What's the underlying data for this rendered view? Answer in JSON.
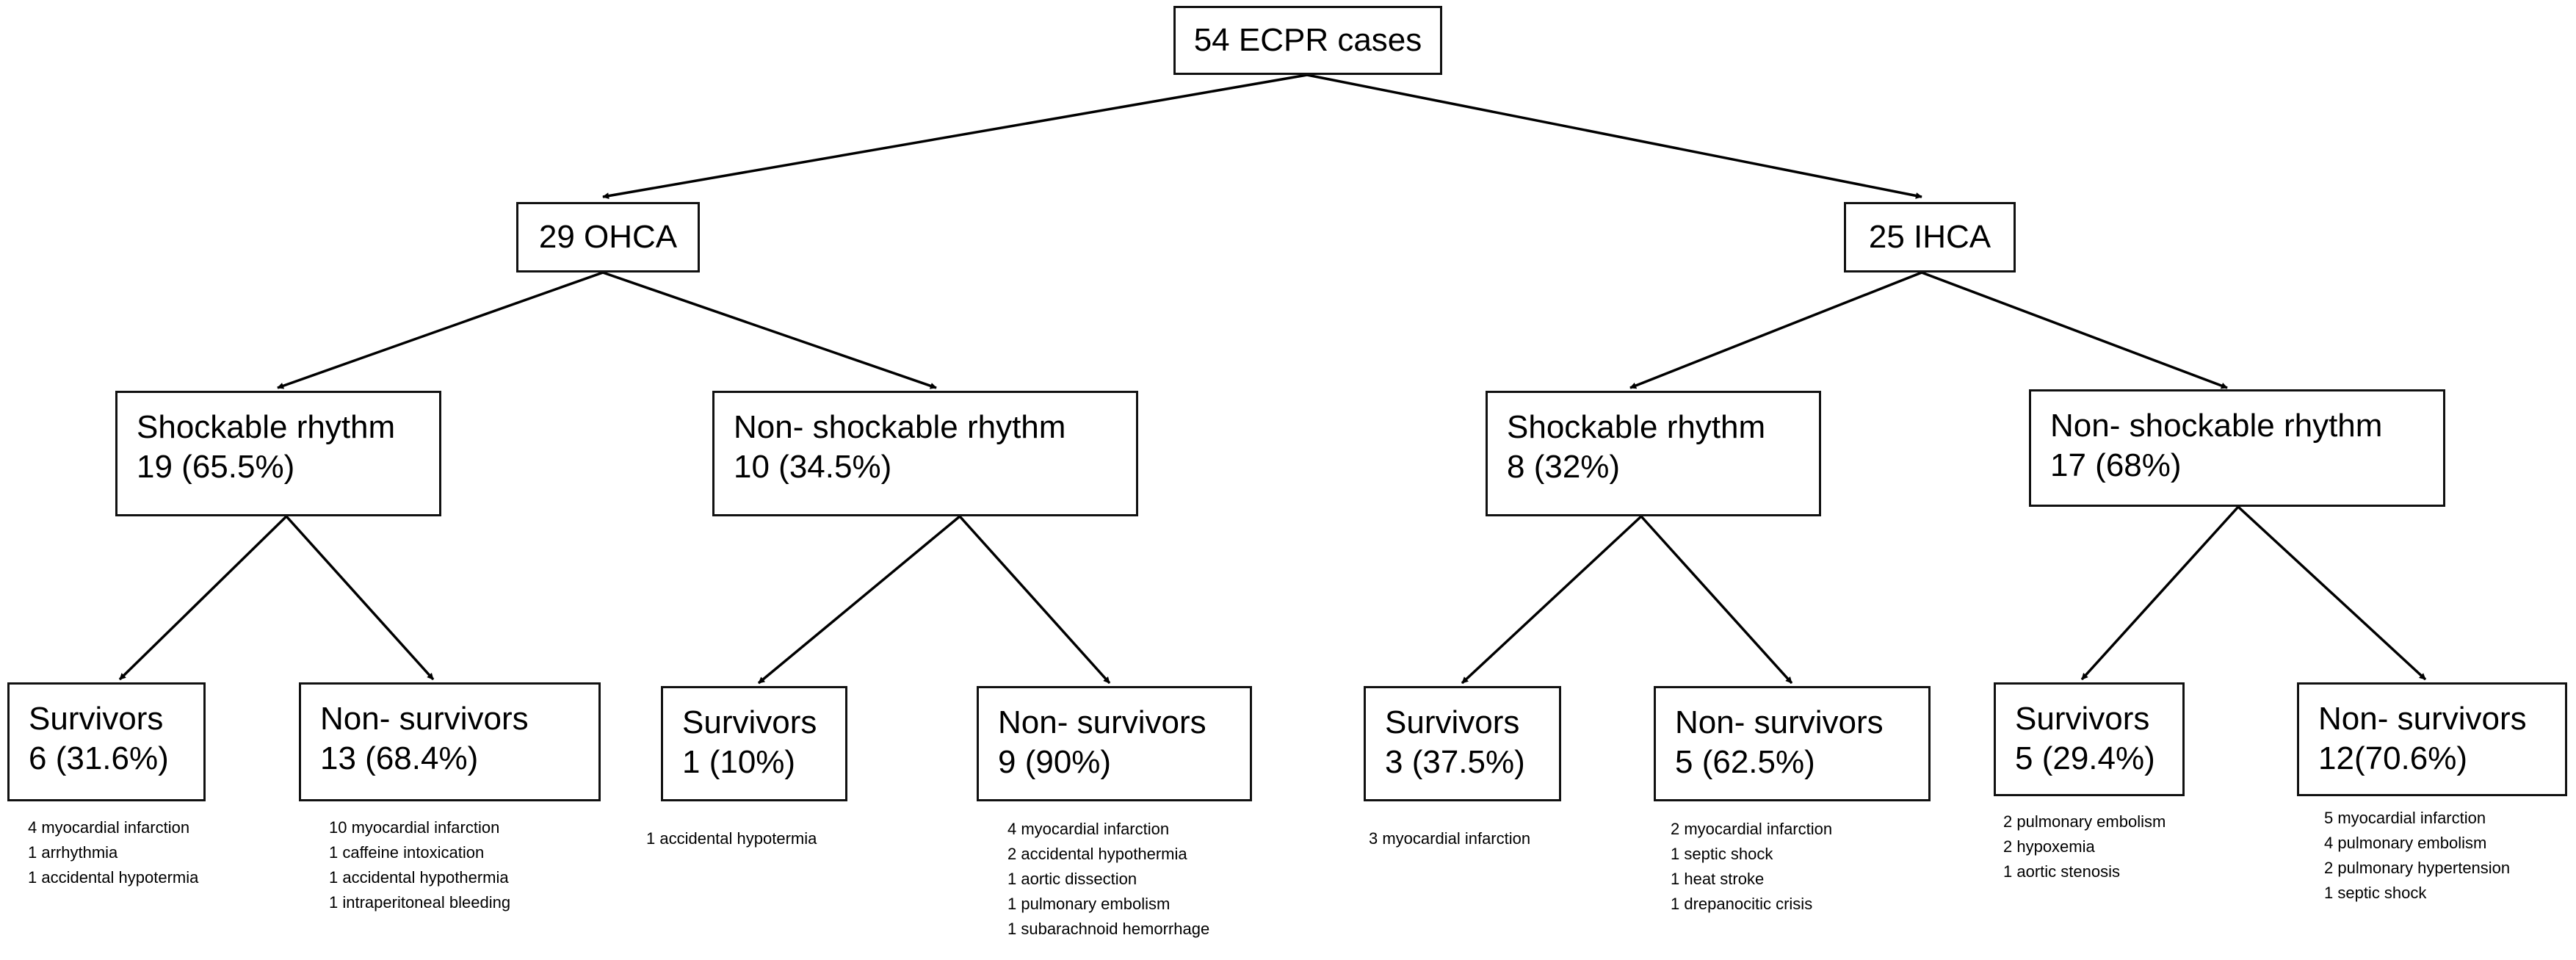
{
  "root": {
    "label": "54 ECPR cases"
  },
  "ohca": {
    "label": "29 OHCA"
  },
  "ihca": {
    "label": "25 IHCA"
  },
  "ohca_shock": {
    "line1": "Shockable rhythm",
    "line2": "19 (65.5%)"
  },
  "ohca_nonshock": {
    "line1": "Non- shockable rhythm",
    "line2": "10 (34.5%)"
  },
  "ihca_shock": {
    "line1": "Shockable rhythm",
    "line2": "8 (32%)"
  },
  "ihca_nonshock": {
    "line1": "Non- shockable rhythm",
    "line2": "17 (68%)"
  },
  "leaves": {
    "a": {
      "line1": "Survivors",
      "line2": "6 (31.6%)",
      "causes": [
        "4 myocardial infarction",
        "1 arrhythmia",
        "1 accidental hypotermia"
      ]
    },
    "b": {
      "line1": "Non- survivors",
      "line2": "13 (68.4%)",
      "causes": [
        "10 myocardial infarction",
        "1 caffeine intoxication",
        "1 accidental hypothermia",
        "1 intraperitoneal bleeding"
      ]
    },
    "c": {
      "line1": "Survivors",
      "line2": "1 (10%)",
      "causes": [
        "1 accidental hypotermia"
      ]
    },
    "d": {
      "line1": "Non- survivors",
      "line2": "9 (90%)",
      "causes": [
        "4 myocardial infarction",
        "2 accidental hypothermia",
        "1 aortic dissection",
        "1 pulmonary embolism",
        "1 subarachnoid hemorrhage"
      ]
    },
    "e": {
      "line1": "Survivors",
      "line2": "3 (37.5%)",
      "causes": [
        "3 myocardial infarction"
      ]
    },
    "f": {
      "line1": "Non- survivors",
      "line2": "5 (62.5%)",
      "causes": [
        "2 myocardial infarction",
        "1 septic shock",
        "1 heat stroke",
        "1 drepanocitic crisis"
      ]
    },
    "g": {
      "line1": "Survivors",
      "line2": "5 (29.4%)",
      "causes": [
        "2 pulmonary embolism",
        "2 hypoxemia",
        "1 aortic stenosis"
      ]
    },
    "h": {
      "line1": "Non- survivors",
      "line2": "12(70.6%)",
      "causes": [
        "5 myocardial infarction",
        "4 pulmonary embolism",
        "2 pulmonary hypertension",
        "1 septic shock"
      ]
    }
  }
}
